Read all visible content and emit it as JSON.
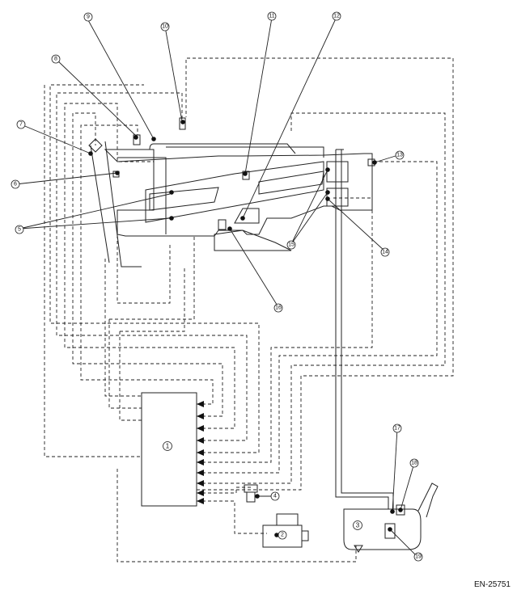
{
  "figure_id": "EN-25751",
  "callouts": {
    "c1": "1",
    "c2": "2",
    "c3": "3",
    "c4": "4",
    "c5": "5",
    "c6": "6",
    "c7": "7",
    "c8": "8",
    "c9": "9",
    "c10": "10",
    "c11": "11",
    "c12": "12",
    "c13": "13",
    "c14": "14",
    "c15": "15",
    "c16": "16",
    "c17": "17",
    "c18": "18",
    "c19": "19"
  }
}
